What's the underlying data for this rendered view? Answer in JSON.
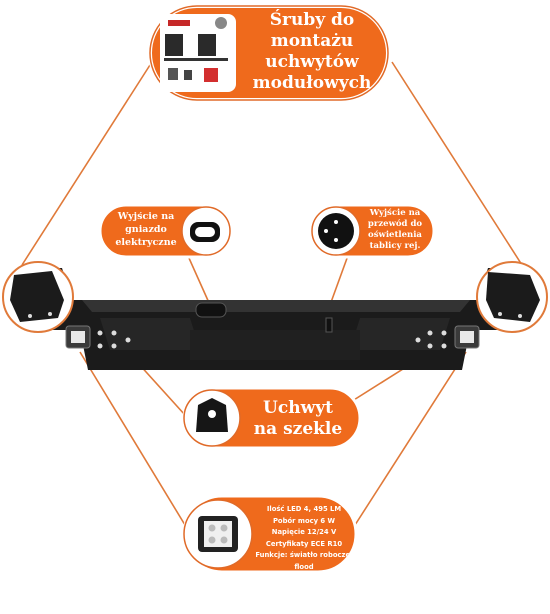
{
  "callouts": {
    "mounting_bolts": {
      "lines": [
        "Śruby do",
        "montażu",
        "uchwytów",
        "modułowych"
      ]
    },
    "electrical_socket": {
      "lines": [
        "Wyjście na",
        "gniazdo",
        "elektryczne"
      ]
    },
    "plate_light": {
      "lines": [
        "Wyjście na",
        "przewód do",
        "oświetlenia",
        "tablicy rej."
      ]
    },
    "shackle": {
      "lines": [
        "Uchwyt",
        "na szekle"
      ]
    },
    "led_specs": {
      "lines": [
        "Ilość LED 4, 495 LM",
        "Pobór mocy 6 W",
        "Napięcie 12/24 V",
        "Certyfikaty ECE R10",
        "Funkcje: światło robocze, flood"
      ]
    }
  },
  "colors": {
    "accent": "#ef6a1c",
    "line": "#e07a3a",
    "bumper": "#1b1b1b"
  },
  "icons": [
    "bolts-kit-icon",
    "socket-cutout-icon",
    "plate-light-hole-icon",
    "shackle-mount-icon",
    "led-light-icon"
  ]
}
